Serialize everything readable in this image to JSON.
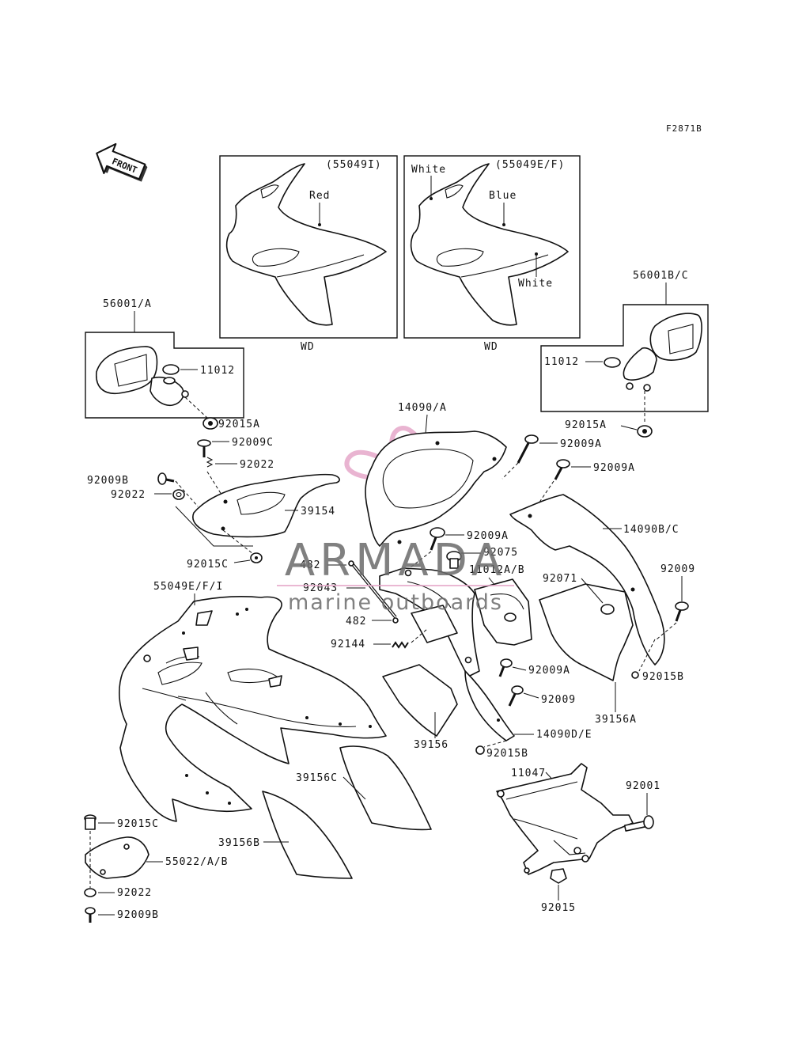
{
  "figure_code": "F2871B",
  "front_arrow_label": "FRONT",
  "watermark": {
    "brand": "ARMADA",
    "tagline": "marine outboards",
    "accent_color": "#e6a7c9",
    "text_color": "#6b6b6b"
  },
  "inset_left": {
    "part_code": "(55049I)",
    "color_note": "Red",
    "caption": "WD"
  },
  "inset_right": {
    "part_code": "(55049E/F)",
    "color_note_1": "White",
    "color_note_2": "Blue",
    "color_note_3": "White",
    "caption": "WD"
  },
  "parts": {
    "p56001a": "56001/A",
    "p11012_left": "11012",
    "p92015a_left": "92015A",
    "p56001bc": "56001B/C",
    "p11012_right": "11012",
    "p92015a_right": "92015A",
    "p14090a": "14090/A",
    "p92009a_1": "92009A",
    "p92009a_2": "92009A",
    "p92009c": "92009C",
    "p92022_top": "92022",
    "p92009b_left": "92009B",
    "p92022_left": "92022",
    "p39154": "39154",
    "p92015c_mid": "92015C",
    "p92009a_3": "92009A",
    "p92075": "92075",
    "p11012ab": "11012A/B",
    "p14090bc": "14090B/C",
    "p482_top": "482",
    "p92043": "92043",
    "p92071": "92071",
    "p92009_right": "92009",
    "p55049efi": "55049E/F/I",
    "p482_bot": "482",
    "p92144": "92144",
    "p92009a_4": "92009A",
    "p92015b_right": "92015B",
    "p92009_mid": "92009",
    "p39156a": "39156A",
    "p39156": "39156",
    "p14090de": "14090D/E",
    "p92015b_mid": "92015B",
    "p11047": "11047",
    "p92001": "92001",
    "p39156c": "39156C",
    "p92015c_bot": "92015C",
    "p39156b": "39156B",
    "p55022ab": "55022/A/B",
    "p92022_bot": "92022",
    "p92009b_bot": "92009B",
    "p92015_bot": "92015"
  }
}
